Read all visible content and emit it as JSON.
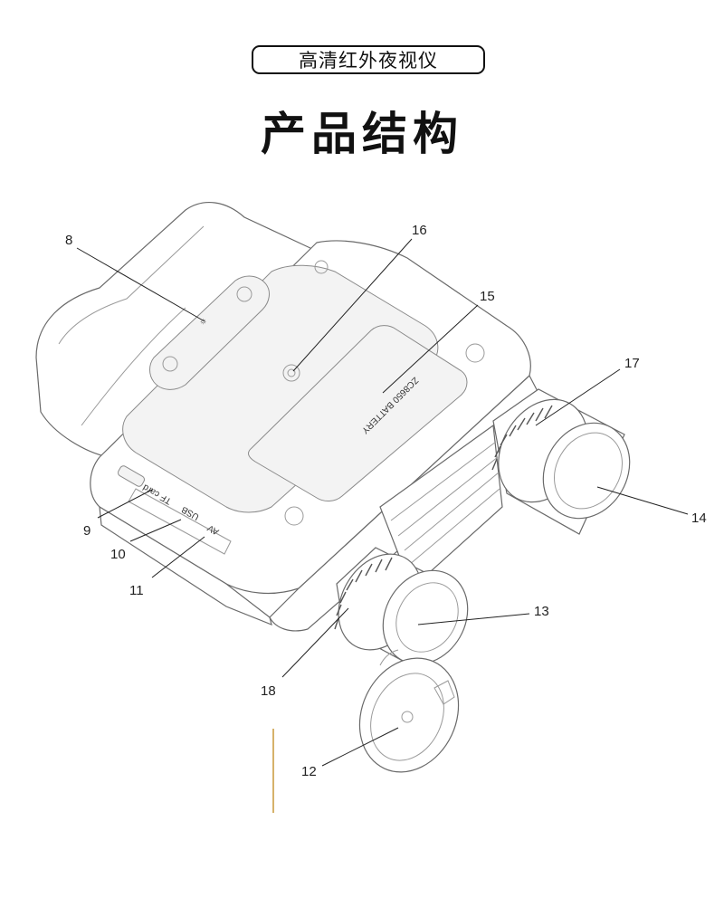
{
  "header": {
    "badge": "高清红外夜视仪",
    "title": "产品结构"
  },
  "diagram": {
    "battery_label": "ZC8650 BATTERY",
    "ports": {
      "tf": "TF card",
      "usb": "USB",
      "av": "AV"
    },
    "callouts": {
      "c8": "8",
      "c9": "9",
      "c10": "10",
      "c11": "11",
      "c12": "12",
      "c13": "13",
      "c14": "14",
      "c15": "15",
      "c16": "16",
      "c17": "17",
      "c18": "18"
    },
    "colors": {
      "line": "#222222",
      "outline": "#6a6a6a",
      "accent_line": "#c89838"
    }
  }
}
